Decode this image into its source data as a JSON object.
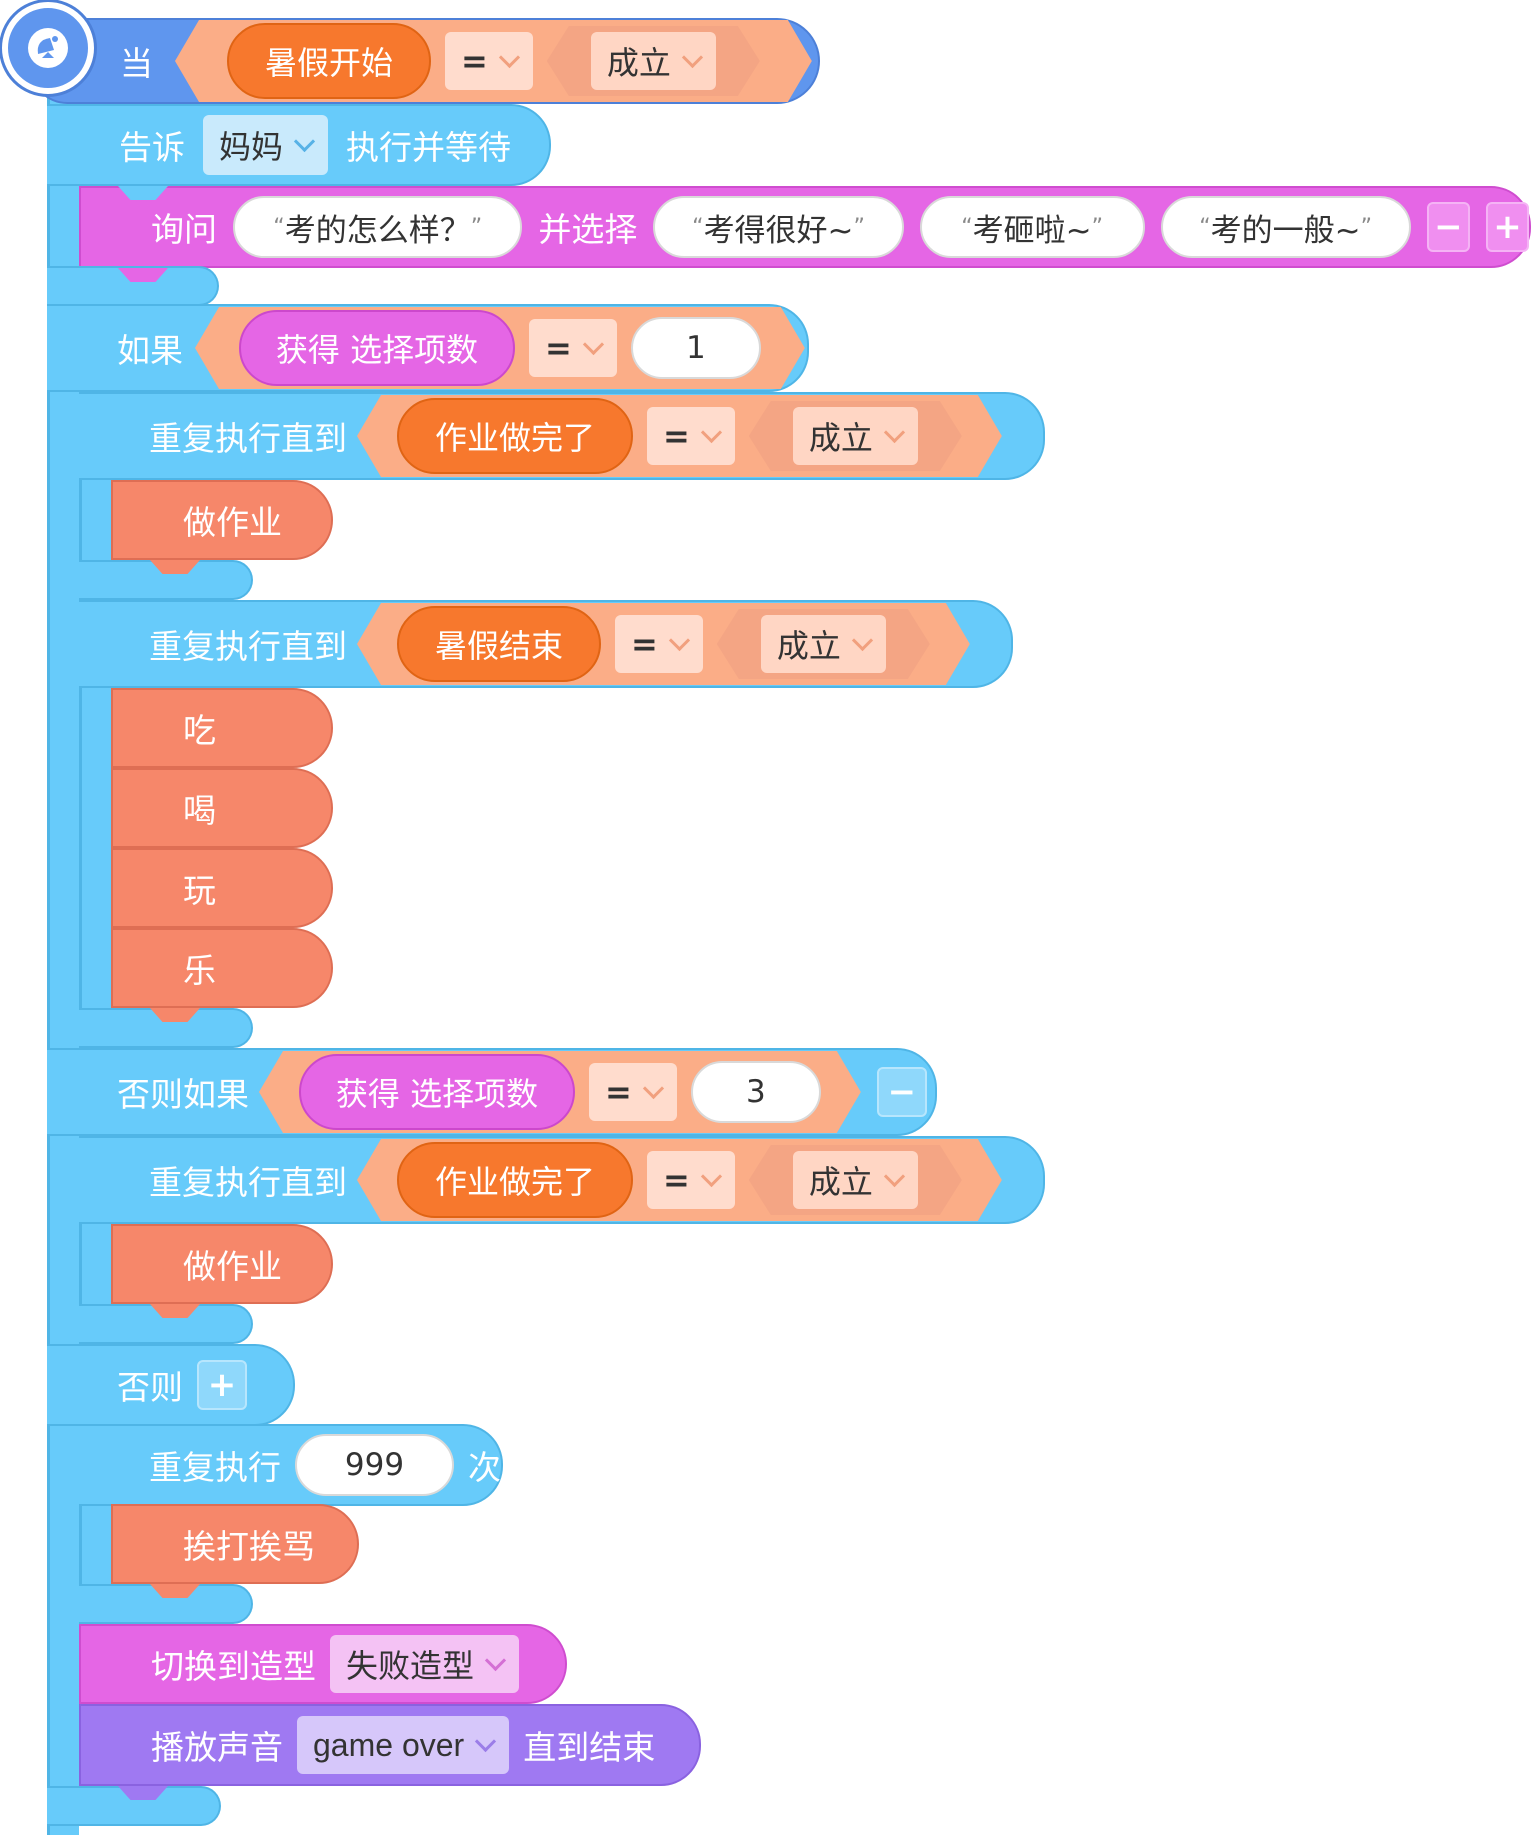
{
  "hat": {
    "when": "当",
    "reporter": "暑假开始",
    "operator": "=",
    "value": "成立",
    "icon": "satellite-dish-icon"
  },
  "tell": {
    "label": "告诉",
    "target": "妈妈",
    "action": "执行并等待"
  },
  "ask": {
    "label": "询问",
    "question": "考的怎么样？",
    "choose": "并选择",
    "options": [
      "考得很好~",
      "考砸啦~",
      "考的一般~"
    ],
    "minus": "−",
    "plus": "+"
  },
  "if1": {
    "label": "如果",
    "reporter": "获得 选择项数",
    "operator": "=",
    "value": "1"
  },
  "repeat1": {
    "label": "重复执行直到",
    "reporter": "作业做完了",
    "operator": "=",
    "value": "成立",
    "body": [
      "做作业"
    ]
  },
  "repeat2": {
    "label": "重复执行直到",
    "reporter": "暑假结束",
    "operator": "=",
    "value": "成立",
    "body": [
      "吃",
      "喝",
      "玩",
      "乐"
    ]
  },
  "elseif": {
    "label": "否则如果",
    "reporter": "获得 选择项数",
    "operator": "=",
    "value": "3",
    "minus": "−"
  },
  "repeat3": {
    "label": "重复执行直到",
    "reporter": "作业做完了",
    "operator": "=",
    "value": "成立",
    "body": [
      "做作业"
    ]
  },
  "else": {
    "label": "否则",
    "plus": "+"
  },
  "repeatN": {
    "label": "重复执行",
    "count": "999",
    "suffix": "次",
    "body": [
      "挨打挨骂"
    ]
  },
  "costume": {
    "label": "切换到造型",
    "value": "失败造型"
  },
  "sound": {
    "label": "播放声音",
    "value": "game over",
    "suffix": "直到结束"
  }
}
